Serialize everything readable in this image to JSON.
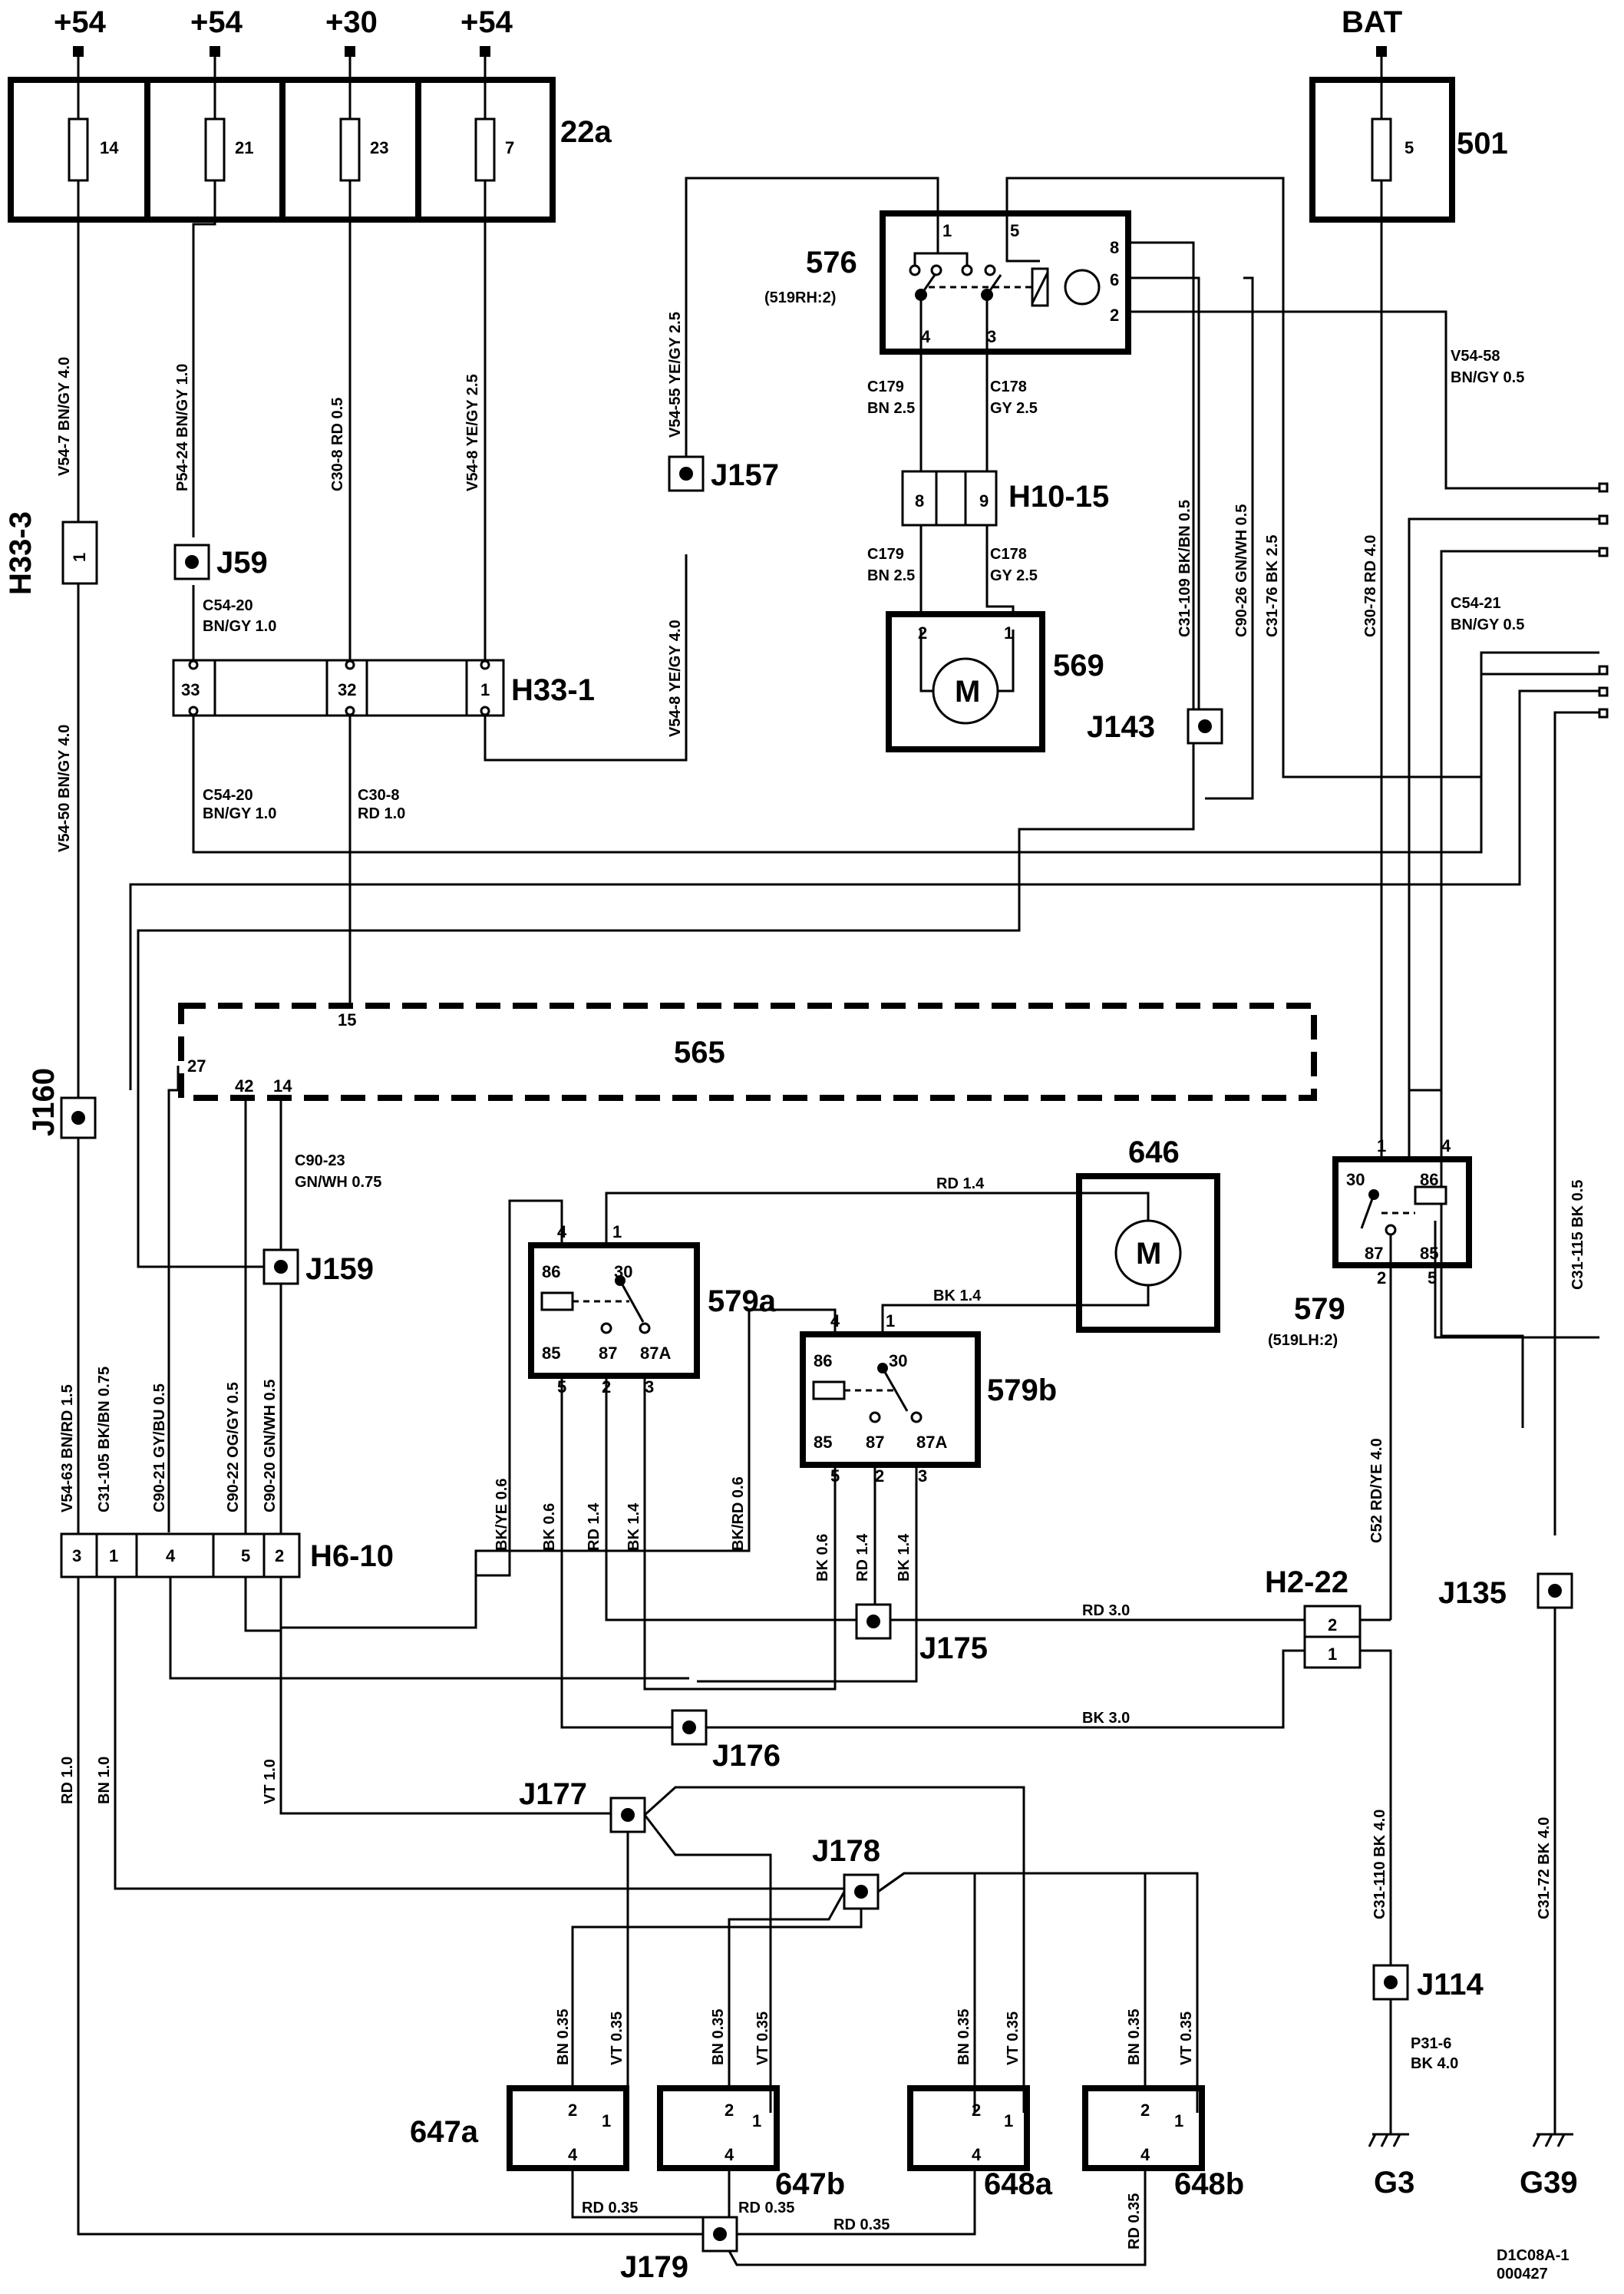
{
  "power_labels": {
    "p1": "+54",
    "p2": "+54",
    "p3": "+30",
    "p4": "+54",
    "bat": "BAT"
  },
  "fuses": {
    "f14": "14",
    "f21": "21",
    "f23": "23",
    "f7": "7",
    "f5": "5",
    "box22a": "22a",
    "box501": "501"
  },
  "components": {
    "c576": "576",
    "c576_sub": "(519RH:2)",
    "c569": "569",
    "c569_motor": "M",
    "c565": "565",
    "c646": "646",
    "c646_motor": "M",
    "c579a": "579a",
    "c579b": "579b",
    "c579": "579",
    "c579_sub": "(519LH:2)",
    "c647a": "647a",
    "c647b": "647b",
    "c648a": "648a",
    "c648b": "648b"
  },
  "connectors": {
    "h33_3": "H33-3",
    "h33_1": "H33-1",
    "h10_15": "H10-15",
    "h6_10": "H6-10",
    "h2_22": "H2-22"
  },
  "junctions": {
    "j59": "J59",
    "j157": "J157",
    "j143": "J143",
    "j160": "J160",
    "j159": "J159",
    "j175": "J175",
    "j176": "J176",
    "j177": "J177",
    "j178": "J178",
    "j179": "J179",
    "j135": "J135",
    "j114": "J114"
  },
  "grounds": {
    "g3": "G3",
    "g39": "G39"
  },
  "wire_labels": {
    "v54_7": "V54-7   BN/GY   4.0",
    "p54_24": "P54-24   BN/GY   1.0",
    "c30_8a": "C30-8   RD   0.5",
    "v54_8a": "V54-8   YE/GY   2.5",
    "v54_55": "V54-55   YE/GY   2.5",
    "v54_8b": "V54-8   YE/GY   4.0",
    "v54_50": "V54-50   BN/GY   4.0",
    "c54_20a_1": "C54-20",
    "c54_20a_2": "BN/GY   1.0",
    "c54_20b_1": "C54-20",
    "c54_20b_2": "BN/GY   1.0",
    "c30_8b_1": "C30-8",
    "c30_8b_2": "RD   1.0",
    "c179a_1": "C179",
    "c179a_2": "BN   2.5",
    "c178a_1": "C178",
    "c178a_2": "GY   2.5",
    "c179b_1": "C179",
    "c179b_2": "BN   2.5",
    "c178b_1": "C178",
    "c178b_2": "GY   2.5",
    "v54_58_1": "V54-58",
    "v54_58_2": "BN/GY   0.5",
    "c31_109": "C31-109   BK/BN   0.5",
    "c90_26": "C90-26   GN/WH   0.5",
    "c31_76": "C31-76   BK   2.5",
    "c30_78": "C30-78   RD   4.0",
    "c54_21_1": "C54-21",
    "c54_21_2": "BN/GY   0.5",
    "c90_23_1": "C90-23",
    "c90_23_2": "GN/WH   0.75",
    "rd14": "RD   1.4",
    "bk14": "BK   1.4",
    "v54_63": "V54-63   BN/RD   1.5",
    "c31_105": "C31-105   BK/BN   0.75",
    "c90_21": "C90-21   GY/BU   0.5",
    "c90_22": "C90-22   OG/GY   0.5",
    "c90_20": "C90-20   GN/WH   0.5",
    "bkye06": "BK/YE   0.6",
    "bk06a": "BK   0.6",
    "rd14a": "RD   1.4",
    "bk14a": "BK   1.4",
    "bkrd06": "BK/RD   0.6",
    "bk06b": "BK   0.6",
    "rd14b": "RD   1.4",
    "bk14b": "BK   1.4",
    "c52": "C52   RD/YE   4.0",
    "rd30": "RD   3.0",
    "bk30": "BK   3.0",
    "c31_115": "C31-115   BK   0.5",
    "rd10": "RD   1.0",
    "bn10": "BN   1.0",
    "vt10": "VT   1.0",
    "c31_110": "C31-110   BK   4.0",
    "c31_72": "C31-72   BK   4.0",
    "p31_6_1": "P31-6",
    "p31_6_2": "BK   4.0",
    "bn035": "BN   0.35",
    "vt035": "VT   0.35",
    "rd035": "RD   0.35",
    "rd035v": "RD   0.35"
  },
  "pins": {
    "p1": "1",
    "p2": "2",
    "p3": "3",
    "p4": "4",
    "p5": "5",
    "p6": "6",
    "p8": "8",
    "p9": "9",
    "p14": "14",
    "p15": "15",
    "p27": "27",
    "p32": "32",
    "p33": "33",
    "p42": "42",
    "p30": "30",
    "p85": "85",
    "p86": "86",
    "p87": "87",
    "p87a": "87A"
  },
  "footer": {
    "code1": "D1C08A-1",
    "code2": "000427"
  }
}
